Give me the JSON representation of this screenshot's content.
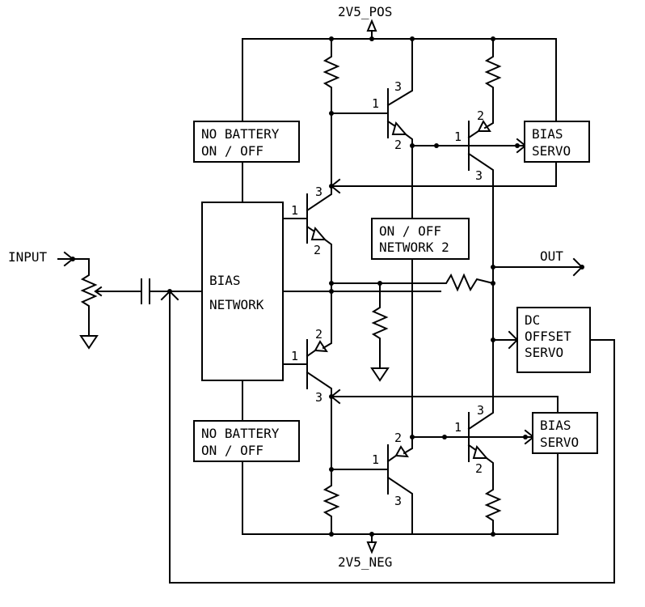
{
  "title": "Amplifier output stage schematic",
  "colors": {
    "ink": "#000000",
    "background": "#ffffff"
  },
  "power": {
    "positive_rail": "2V5_POS",
    "negative_rail": "2V5_NEG"
  },
  "ports": {
    "input": "INPUT",
    "output": "OUT"
  },
  "blocks": {
    "no_battery_top": [
      "NO BATTERY",
      "ON / OFF"
    ],
    "no_battery_bottom": [
      "NO BATTERY",
      "ON / OFF"
    ],
    "bias_network": [
      "BIAS",
      "NETWORK"
    ],
    "on_off_network_2": [
      "ON / OFF",
      "NETWORK 2"
    ],
    "bias_servo_top": [
      "BIAS",
      "SERVO"
    ],
    "bias_servo_bottom": [
      "BIAS",
      "SERVO"
    ],
    "dc_offset_servo": [
      "DC",
      "OFFSET",
      "SERVO"
    ]
  },
  "transistors": [
    {
      "id": "q-top-driver",
      "pins": {
        "base": "1",
        "emitter": "2",
        "collector": "3"
      }
    },
    {
      "id": "q-top-output",
      "pins": {
        "base": "1",
        "emitter": "2",
        "collector": "3"
      }
    },
    {
      "id": "q-top-servo",
      "pins": {
        "base": "1",
        "emitter": "2",
        "collector": "3"
      }
    },
    {
      "id": "q-bottom-driver",
      "pins": {
        "base": "1",
        "emitter": "2",
        "collector": "3"
      }
    },
    {
      "id": "q-bottom-output",
      "pins": {
        "base": "1",
        "emitter": "2",
        "collector": "3"
      }
    },
    {
      "id": "q-bottom-servo",
      "pins": {
        "base": "1",
        "emitter": "2",
        "collector": "3"
      }
    }
  ]
}
